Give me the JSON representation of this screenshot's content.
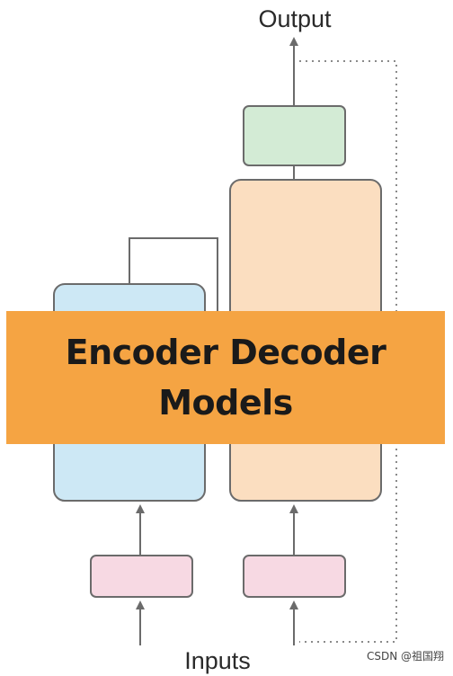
{
  "labels": {
    "output": "Output",
    "inputs": "Inputs"
  },
  "banner": {
    "line1": "Encoder Decoder",
    "line2": "Models"
  },
  "watermark": "CSDN @祖国翔",
  "colors": {
    "encoder_fill": "#cde8f5",
    "decoder_fill": "#fbdec0",
    "output_fill": "#d3ebd5",
    "input_fill": "#f7d9e3",
    "banner_fill": "#f5a443",
    "stroke": "#6b6b6b"
  }
}
